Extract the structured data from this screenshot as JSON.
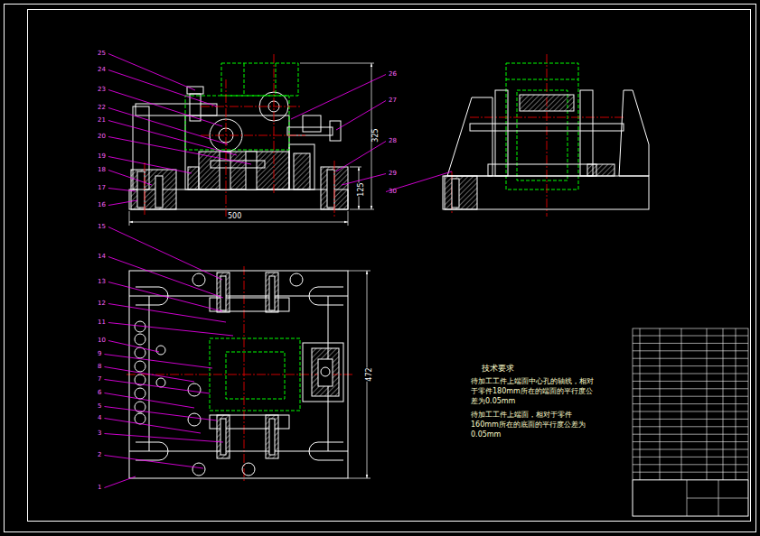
{
  "diagram": {
    "labels": [
      "25",
      "24",
      "23",
      "22",
      "21",
      "20",
      "19",
      "18",
      "17",
      "16",
      "26",
      "27",
      "28",
      "29",
      "30",
      "15",
      "14",
      "13",
      "12",
      "11",
      "10",
      "9",
      "8",
      "7",
      "6",
      "5",
      "4",
      "3",
      "2",
      "1",
      "500",
      "325",
      "125",
      "472",
      "技术要求",
      "待加工工件上端面中心孔的轴线，相对于零件180mm所在的端面的平行度公差为0.05mm",
      "待加工工件上端面，相对于零件160mm所在的底面的平行度公差为0.05mm"
    ]
  }
}
